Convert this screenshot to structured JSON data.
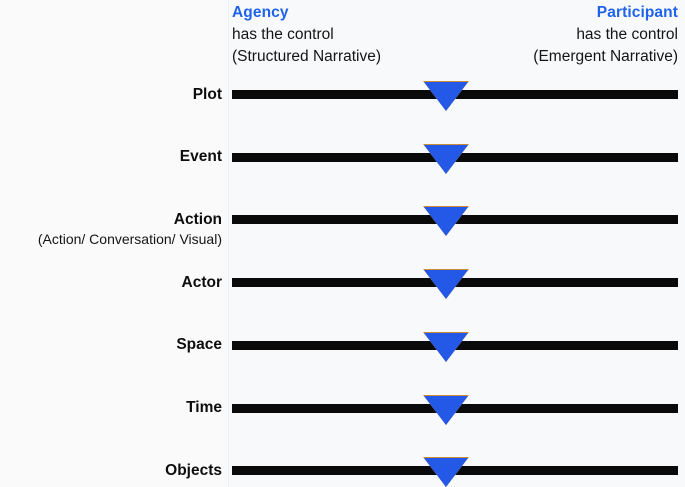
{
  "diagram": {
    "title": "Agency versus Participant control spectrum",
    "colors": {
      "accent_blue": "#1f63ea",
      "marker_blue": "#2459e8",
      "bar_black": "#0a0a0a",
      "background": "#f8f9fa"
    },
    "header": {
      "left": {
        "actor": "Agency",
        "line1": "has the control",
        "line2": "(Structured Narrative)"
      },
      "right": {
        "actor": "Participant",
        "line1": "has the control",
        "line2": "(Emergent Narrative)"
      }
    },
    "axis": {
      "left_end_label": "Agency",
      "right_end_label": "Participant",
      "marker_icon": "down-triangle-marker"
    },
    "rows": [
      {
        "label": "Plot",
        "sublabel": "",
        "marker_position_pct": 48
      },
      {
        "label": "Event",
        "sublabel": "",
        "marker_position_pct": 48
      },
      {
        "label": "Action",
        "sublabel": "(Action/ Conversation/ Visual)",
        "marker_position_pct": 48
      },
      {
        "label": "Actor",
        "sublabel": "",
        "marker_position_pct": 48
      },
      {
        "label": "Space",
        "sublabel": "",
        "marker_position_pct": 48
      },
      {
        "label": "Time",
        "sublabel": "",
        "marker_position_pct": 48
      },
      {
        "label": "Objects",
        "sublabel": "",
        "marker_position_pct": 48
      }
    ]
  }
}
